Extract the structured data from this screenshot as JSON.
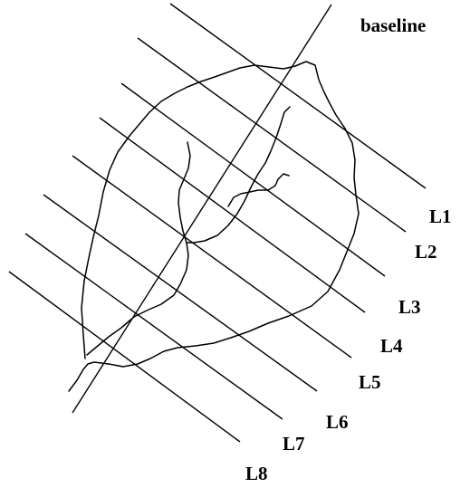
{
  "baseline_label": "baseline",
  "transects": [
    "L1",
    "L2",
    "L3",
    "L4",
    "L5",
    "L6",
    "L7",
    "L8"
  ]
}
